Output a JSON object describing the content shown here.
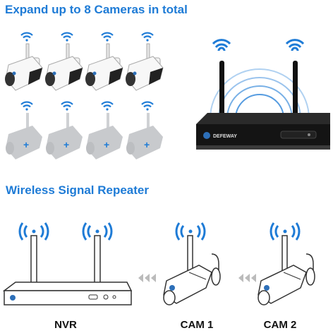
{
  "top_section": {
    "heading": "Expand up to 8 Cameras in total",
    "active_cameras": 4,
    "optional_cameras": 4,
    "optional_marker": "+",
    "nvr_brand": "DEFEWAY"
  },
  "bottom_section": {
    "heading": "Wireless Signal Repeater",
    "devices": [
      {
        "label": "NVR",
        "icon": "nvr-recorder"
      },
      {
        "label": "CAM 1",
        "icon": "bullet-camera"
      },
      {
        "label": "CAM 2",
        "icon": "bullet-camera"
      }
    ],
    "arrow_glyph": "<<<"
  },
  "colors": {
    "accent": "#1e7bd6",
    "camera_body": "#f2f2f2",
    "camera_ghost": "#c8cacd",
    "nvr_dark": "#1a1a1a",
    "line_drawing": "#333333"
  }
}
